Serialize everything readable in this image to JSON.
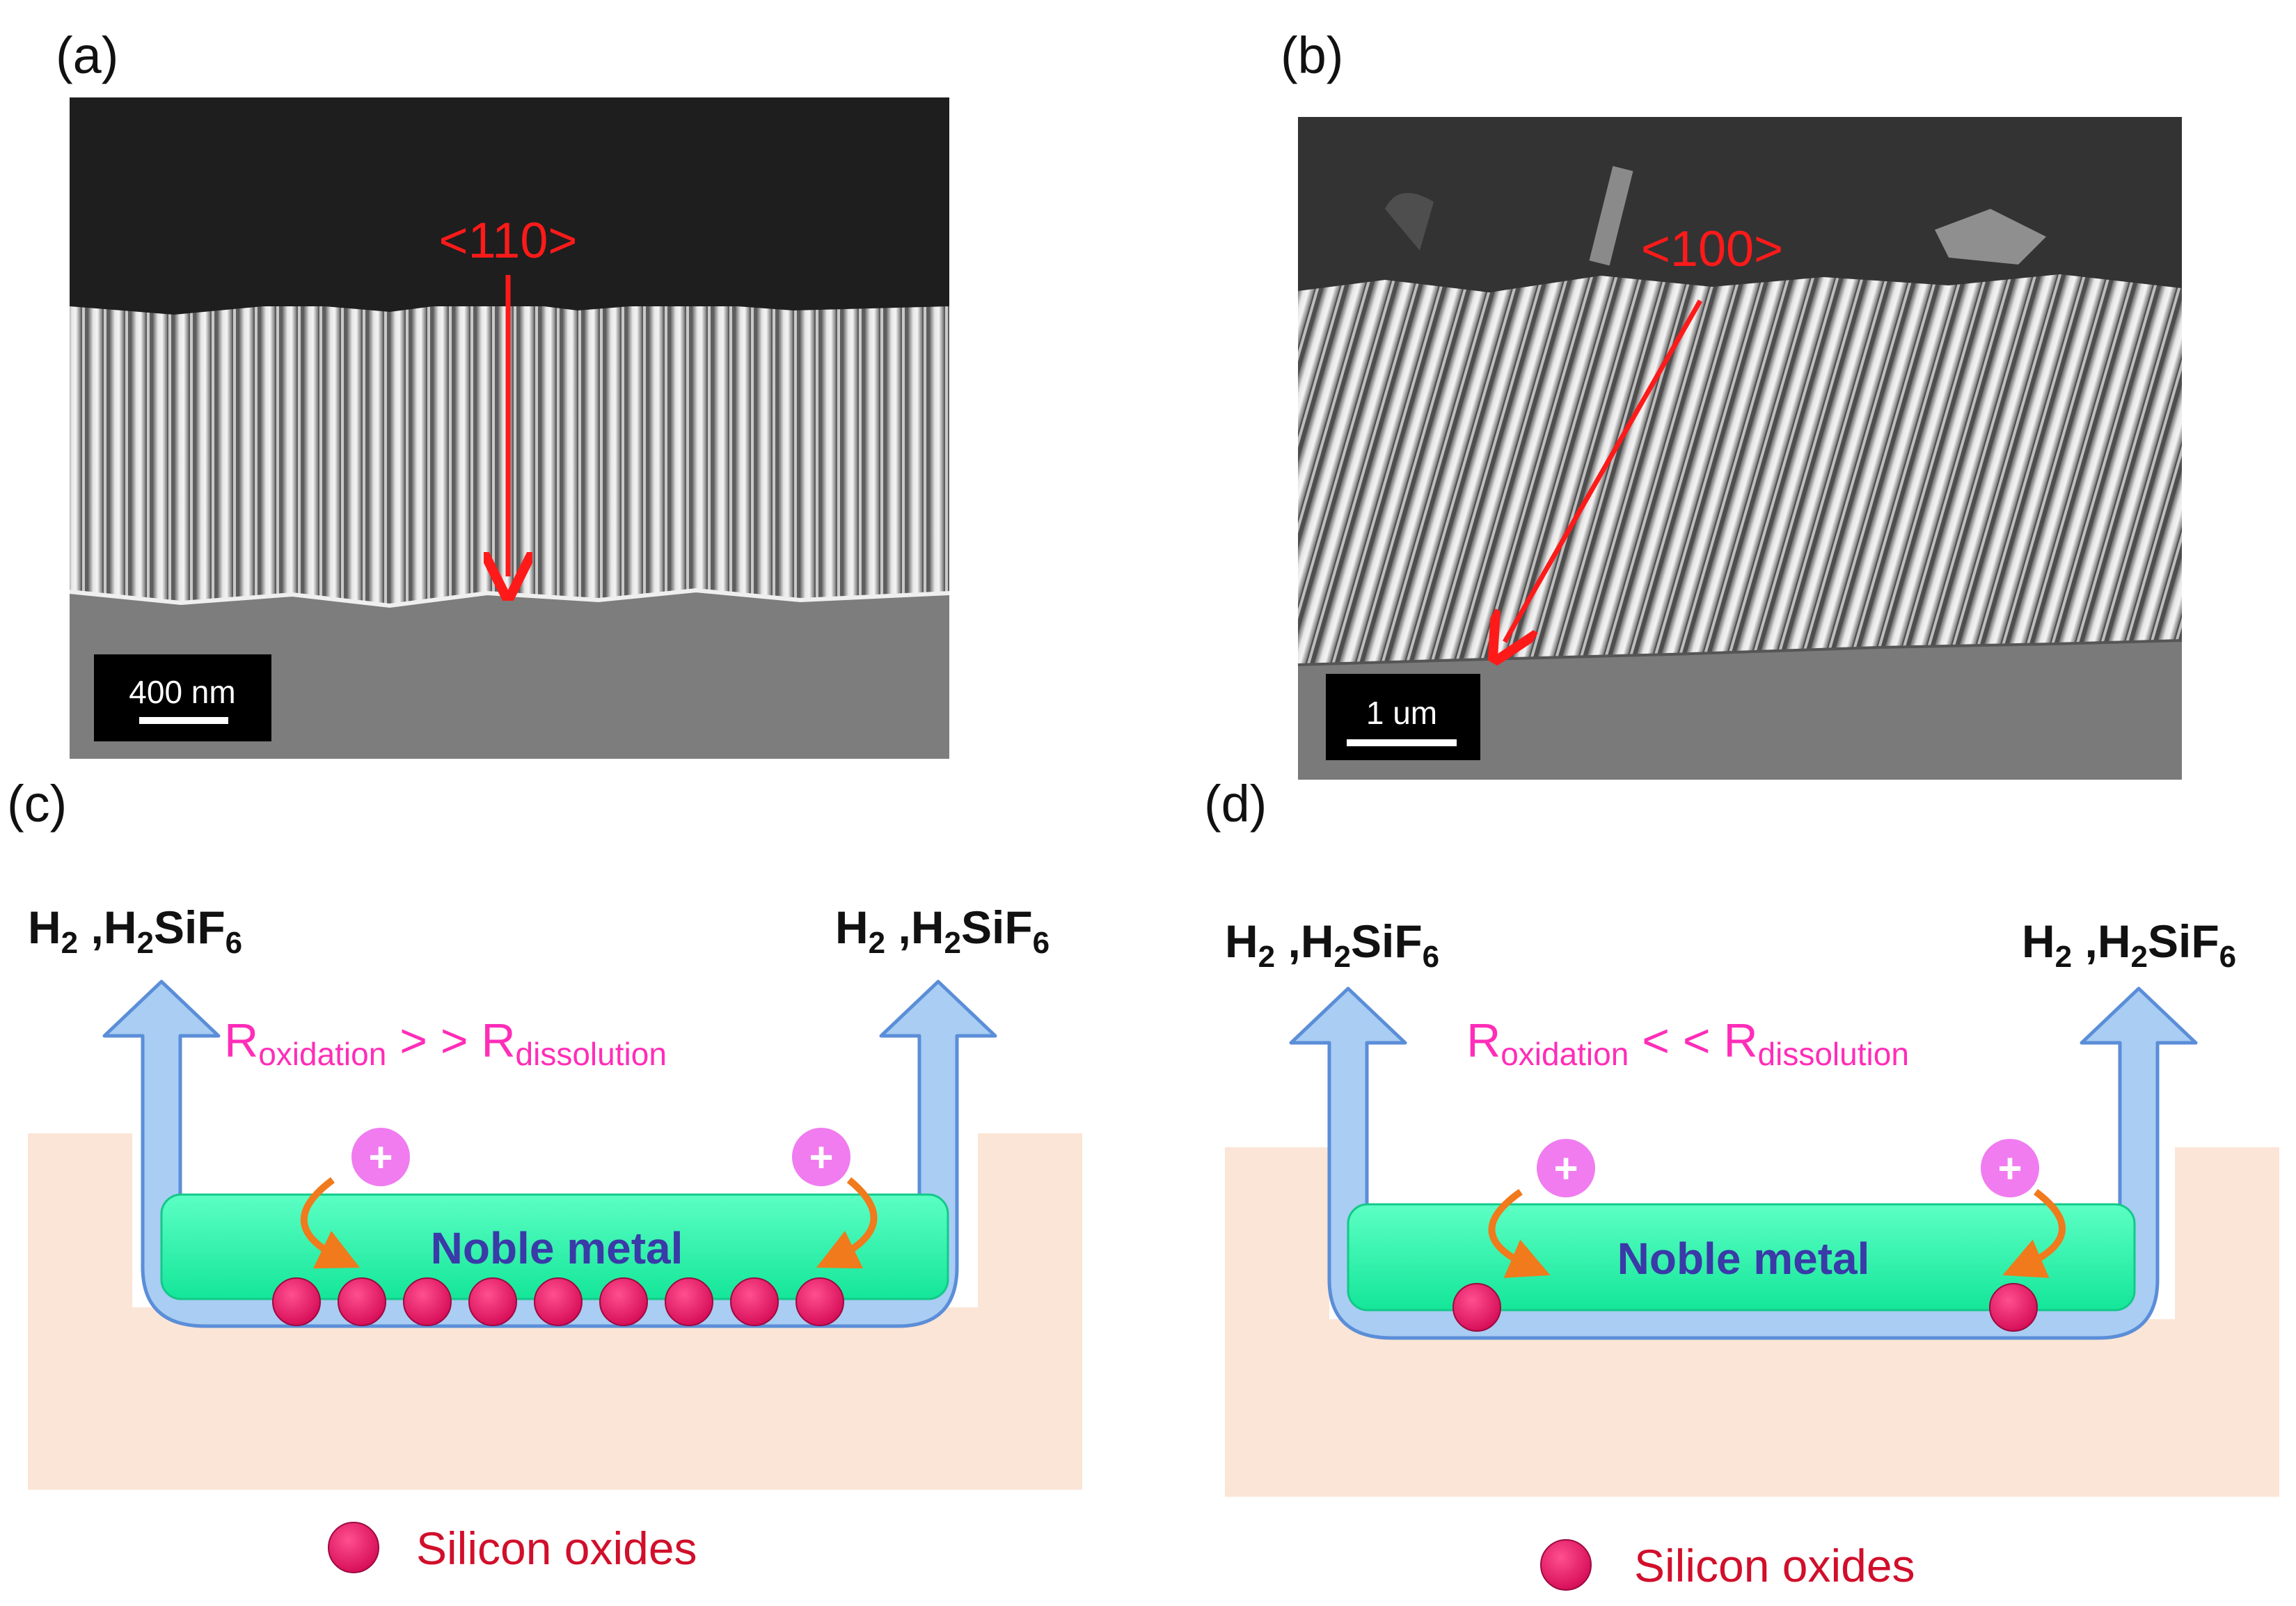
{
  "panels": {
    "a": {
      "label": "(a)",
      "direction": "<110>",
      "scale_bar": "400 nm"
    },
    "b": {
      "label": "(b)",
      "direction": "<100>",
      "scale_bar": "1 um"
    },
    "c": {
      "label": "(c)",
      "gas_left": {
        "main": "H",
        "sub1": "2",
        "mid": " ,H",
        "sub2": "2",
        "tail": "SiF",
        "sub3": "6"
      },
      "gas_right": {
        "main": "H",
        "sub1": "2",
        "mid": " ,H",
        "sub2": "2",
        "tail": "SiF",
        "sub3": "6"
      },
      "rate": {
        "r1": "R",
        "sub1": "oxidation",
        "op": " > > ",
        "r2": "R",
        "sub2": "dissolution"
      },
      "metal_label": "Noble metal",
      "hole_symbol": "+",
      "legend": "Silicon oxides",
      "oxide_count": 9
    },
    "d": {
      "label": "(d)",
      "gas_left": {
        "main": "H",
        "sub1": "2",
        "mid": " ,H",
        "sub2": "2",
        "tail": "SiF",
        "sub3": "6"
      },
      "gas_right": {
        "main": "H",
        "sub1": "2",
        "mid": " ,H",
        "sub2": "2",
        "tail": "SiF",
        "sub3": "6"
      },
      "rate": {
        "r1": "R",
        "sub1": "oxidation",
        "op": " < < ",
        "r2": "R",
        "sub2": "dissolution"
      },
      "metal_label": "Noble metal",
      "hole_symbol": "+",
      "legend": "Silicon oxides",
      "oxide_count": 2
    }
  },
  "colors": {
    "substrate": "#fbe5d6",
    "metal": "#27f5a8",
    "arrow_fill": "#a9cdf3",
    "arrow_stroke": "#5b8ed8",
    "oxide": "#ec1266",
    "hole": "#f07cf0",
    "curl_arrow": "#f07a1c",
    "sem_arrow": "#ff1a1a"
  }
}
